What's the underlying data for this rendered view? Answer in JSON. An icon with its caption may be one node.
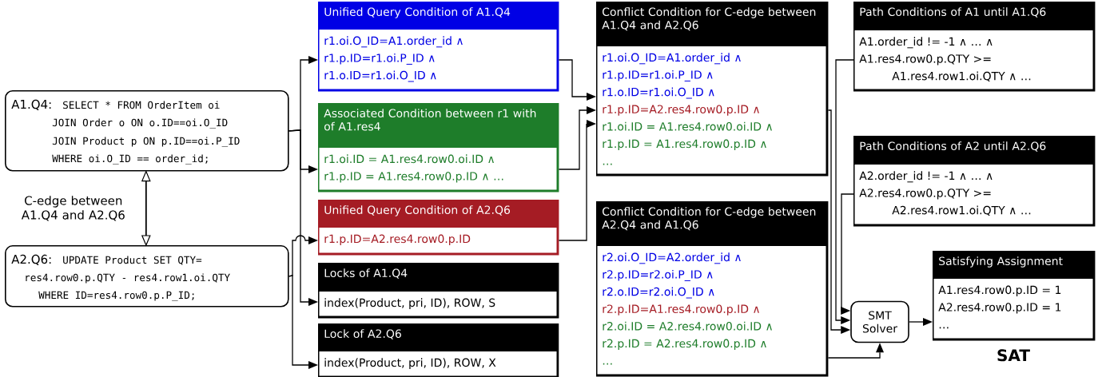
{
  "diagram": {
    "nodes": [
      {
        "text": [
          "A1.Q4:",
          "SELECT * FROM OrderItem oi",
          "JOIN Order o ON o.ID==oi.O_ID",
          "JOIN Product p ON p.ID==oi.P_ID",
          "WHERE oi.O_ID == order_id;"
        ]
      },
      {
        "text": [
          "A2.Q6:",
          "UPDATE Product SET QTY=",
          "res4.row0.p.QTY - res4.row1.oi.QTY",
          "WHERE ID=res4.row0.p.P_ID;"
        ]
      },
      {
        "text": [
          "Unified Query Condition of A1.Q4",
          "r1.oi.O_ID=A1.order_id ∧",
          "r1.p.ID=r1.oi.P_ID ∧",
          "r1.o.ID=r1.oi.O_ID ∧"
        ]
      },
      {
        "text": [
          "Associated Condition between r1 with of A1.res4",
          "r1.oi.ID = A1.res4.row0.oi.ID ∧",
          "r1.p.ID = A1.res4.row0.p.ID ∧ …"
        ]
      },
      {
        "text": [
          "Unified Query Condition of A2.Q6",
          "r1.p.ID=A2.res4.row0.p.ID"
        ]
      },
      {
        "text": [
          "Locks of A1.Q4",
          "index(Product, pri, ID), ROW, S"
        ]
      },
      {
        "text": [
          "Lock of A2.Q6",
          "index(Product, pri, ID), ROW, X"
        ]
      },
      {
        "text": [
          "Conflict Condition for C-edge between A1.Q4 and A2.Q6",
          "r1.oi.O_ID=A1.order_id ∧",
          "r1.p.ID=r1.oi.P_ID ∧",
          "r1.o.ID=r1.oi.O_ID ∧",
          "r1.p.ID=A2.res4.row0.p.ID ∧",
          "r1.oi.ID = A1.res4.row0.oi.ID ∧",
          "r1.p.ID = A1.res4.row0.p.ID ∧",
          "…"
        ]
      },
      {
        "text": [
          "Conflict Condition for C-edge between A2.Q4 and A1.Q6",
          "r2.oi.O_ID=A2.order_id ∧",
          "r2.p.ID=r2.oi.P_ID ∧",
          "r2.o.ID=r2.oi.O_ID ∧",
          "r2.p.ID=A1.res4.row0.p.ID ∧",
          "r2.oi.ID = A2.res4.row0.oi.ID ∧",
          "r2.p.ID = A2.res4.row0.p.ID ∧",
          "…"
        ]
      },
      {
        "text": [
          "Path Conditions of A1 until A1.Q6",
          "A1.order_id != -1 ∧ … ∧",
          "A1.res4.row0.p.QTY >=",
          "A1.res4.row1.oi.QTY ∧ …"
        ]
      },
      {
        "text": [
          "Path Conditions of A2 until A2.Q6",
          "A2.order_id != -1 ∧ … ∧",
          "A2.res4.row0.p.QTY >=",
          "A2.res4.row1.oi.QTY ∧ …"
        ]
      },
      {
        "text": [
          "SMT Solver"
        ]
      },
      {
        "text": [
          "Satisfying Assignment",
          "A1.res4.row0.p.ID = 1",
          "A2.res4.row0.p.ID = 1",
          "…"
        ],
        "beside": [
          "SAT"
        ]
      }
    ],
    "edges": [
      {
        "from": 0,
        "to": 1,
        "arrow": "both",
        "label": "C-edge between A1.Q4 and A2.Q6"
      },
      {
        "from": 0,
        "to": 2,
        "arrow": "to"
      },
      {
        "from": 0,
        "to": 3,
        "arrow": "to"
      },
      {
        "from": 0,
        "to": 5,
        "arrow": "to"
      },
      {
        "from": 1,
        "to": 4,
        "arrow": "to"
      },
      {
        "from": 1,
        "to": 6,
        "arrow": "to"
      },
      {
        "from": 2,
        "to": 7,
        "arrow": "to"
      },
      {
        "from": 3,
        "to": 7,
        "arrow": "to"
      },
      {
        "from": 4,
        "to": 7,
        "arrow": "to"
      },
      {
        "from": 9,
        "to": 11,
        "arrow": "to"
      },
      {
        "from": 7,
        "to": 11,
        "arrow": "to"
      },
      {
        "from": 10,
        "to": 11,
        "arrow": "to"
      },
      {
        "from": 8,
        "to": 11,
        "arrow": "to"
      },
      {
        "from": 11,
        "to": 12,
        "arrow": "to"
      }
    ]
  }
}
